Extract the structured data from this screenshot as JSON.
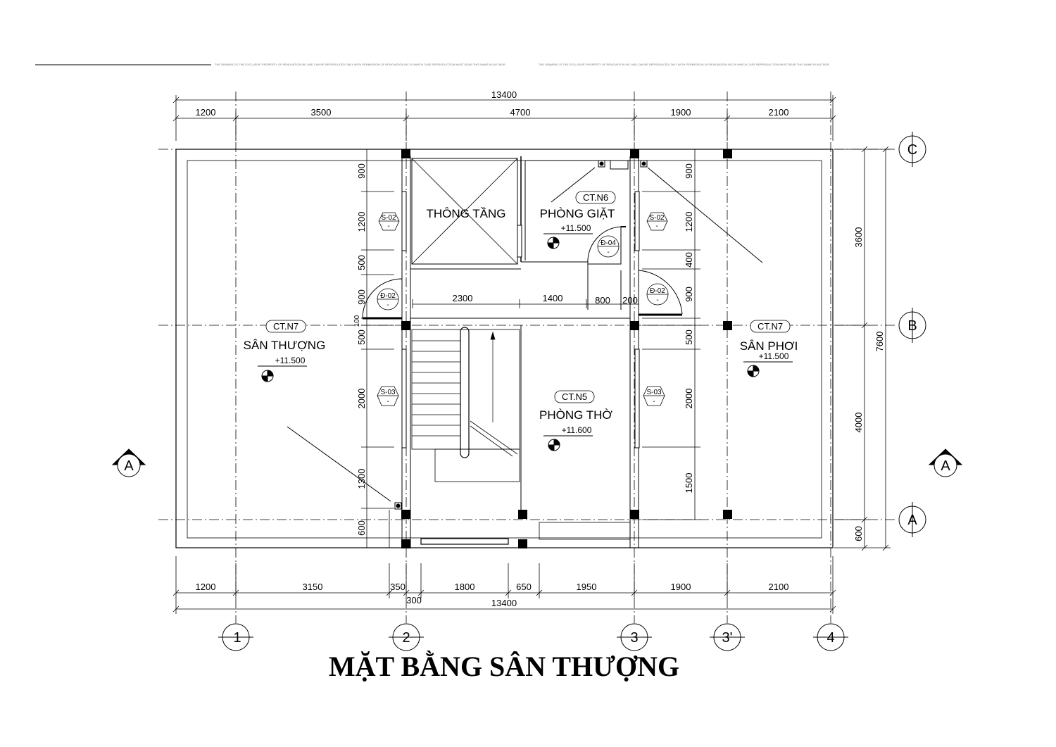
{
  "header_note": "THE DRAWING IS THE EXCLUSIVE PROPERTY OF RENOVATION INC AND CAN BE REPRODUCED ONLY WITH PERMISSION OF RENOVATION INC IN WHICH CASE REPRODUCTION MUST BEAR THIS NAME AS AUTHOR",
  "title": "MẶT BẰNG SÂN THƯỢNG",
  "dims_top": {
    "overall": "13400",
    "segments": [
      "1200",
      "3500",
      "4700",
      "1900",
      "2100"
    ]
  },
  "dims_bottom": {
    "overall": "13400",
    "segments": [
      "1200",
      "3150",
      "350",
      "300",
      "1800",
      "650",
      "1950",
      "1900",
      "2100"
    ]
  },
  "dims_right": {
    "overall": "7600",
    "segments": [
      "3600",
      "4000",
      "600"
    ]
  },
  "dims_left_inner": [
    "900",
    "1200",
    "500",
    "900",
    "100",
    "500",
    "2000",
    "1300",
    "600"
  ],
  "dims_right_inner": [
    "900",
    "1200",
    "400",
    "900",
    "500",
    "2000",
    "1500"
  ],
  "dims_corridor": [
    "2300",
    "1400",
    "800",
    "200"
  ],
  "axes_columns": [
    "1",
    "2",
    "3",
    "3'",
    "4"
  ],
  "axes_rows": [
    "C",
    "B",
    "A"
  ],
  "section_mark": "A",
  "rooms": {
    "thong_tang": "THÔNG TẦNG",
    "phong_giat": {
      "name": "PHÒNG GIẶT",
      "tag": "CT.N6",
      "level": "+11.500"
    },
    "san_thuong": {
      "name": "SÂN THƯỢNG",
      "tag": "CT.N7",
      "level": "+11.500"
    },
    "phong_tho": {
      "name": "PHÒNG THỜ",
      "tag": "CT.N5",
      "level": "+11.600"
    },
    "san_phoi": {
      "name": "SÂN PHƠI",
      "tag": "CT.N7",
      "level": "+11.500"
    }
  },
  "window_tags": {
    "s02_left": "S-02",
    "s02_right": "S-02",
    "s03_left": "S-03",
    "s03_right": "S-03",
    "dash": "-"
  },
  "door_tags": {
    "d02_left": "Đ-02",
    "d02_right": "Đ-02",
    "d04": "Đ-04",
    "dash": "-"
  }
}
